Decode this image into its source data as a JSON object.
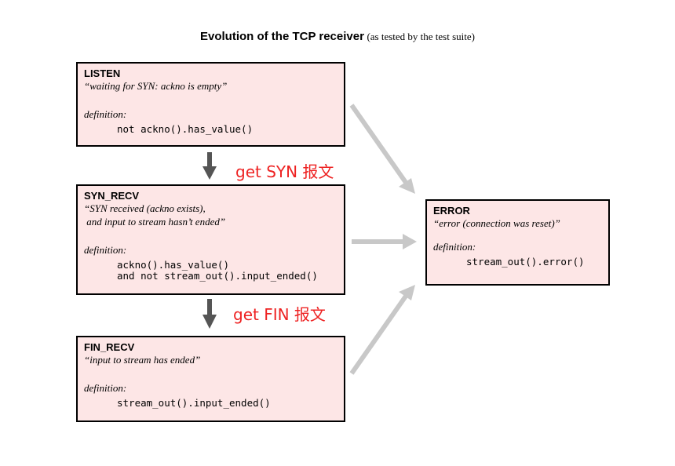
{
  "title": {
    "main": "Evolution of the TCP receiver",
    "sub": "(as tested by the test suite)"
  },
  "states": {
    "listen": {
      "name": "LISTEN",
      "desc": "“waiting for SYN: ackno is empty”",
      "def_label": "definition:",
      "code": "not ackno().has_value()"
    },
    "syn_recv": {
      "name": "SYN_RECV",
      "desc": "“SYN received (ackno exists),\n and input to stream hasn’t ended”",
      "def_label": "definition:",
      "code": "ackno().has_value()\nand not stream_out().input_ended()"
    },
    "fin_recv": {
      "name": "FIN_RECV",
      "desc": "“input to stream has ended”",
      "def_label": "definition:",
      "code": "stream_out().input_ended()"
    },
    "error": {
      "name": "ERROR",
      "desc": "“error (connection was reset)”",
      "def_label": "definition:",
      "code": "stream_out().error()"
    }
  },
  "transitions": {
    "syn_label": "get SYN 报文",
    "fin_label": "get FIN 报文"
  },
  "colors": {
    "box_fill": "#fde6e6",
    "down_arrow": "#555555",
    "error_arrow": "#c8c8c8",
    "transition_text": "#ee2222"
  }
}
